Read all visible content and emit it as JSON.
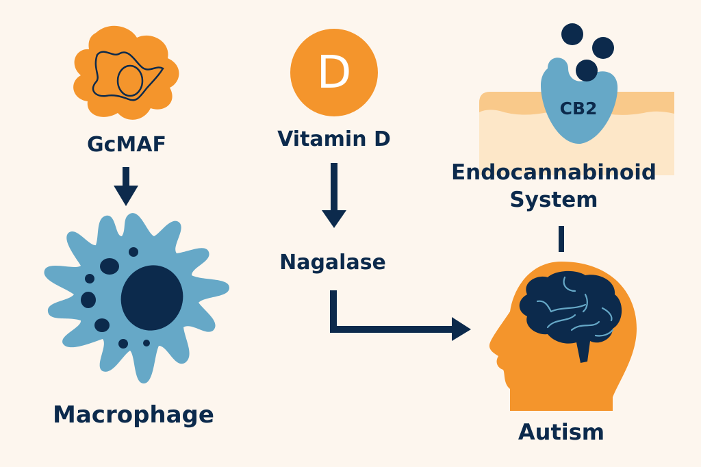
{
  "colors": {
    "background": "#fdf6ee",
    "navy": "#0c2a4c",
    "orange": "#f4952c",
    "blue": "#66a8c7",
    "membrane_top": "#f9c98a",
    "membrane_body": "#fde7c8"
  },
  "nodes": {
    "gcmaf": {
      "label": "GcMAF",
      "icon": "orange-amoeba-cell-icon"
    },
    "vitamin_d": {
      "label": "Vitamin D",
      "icon_letter": "D"
    },
    "endocannabinoid": {
      "label_line1": "Endocannabinoid",
      "label_line2": "System",
      "receptor_label": "CB2"
    },
    "macrophage": {
      "label": "Macrophage"
    },
    "nagalase": {
      "label": "Nagalase"
    },
    "autism": {
      "label": "Autism",
      "icon": "head-brain-icon"
    }
  },
  "edges": [
    {
      "from": "GcMAF",
      "to": "Macrophage",
      "type": "arrow-down"
    },
    {
      "from": "Vitamin D",
      "to": "Nagalase",
      "type": "arrow-down"
    },
    {
      "from": "Nagalase",
      "to": "Autism",
      "type": "elbow-arrow"
    },
    {
      "from": "Endocannabinoid System",
      "to": "Autism",
      "type": "line"
    }
  ]
}
